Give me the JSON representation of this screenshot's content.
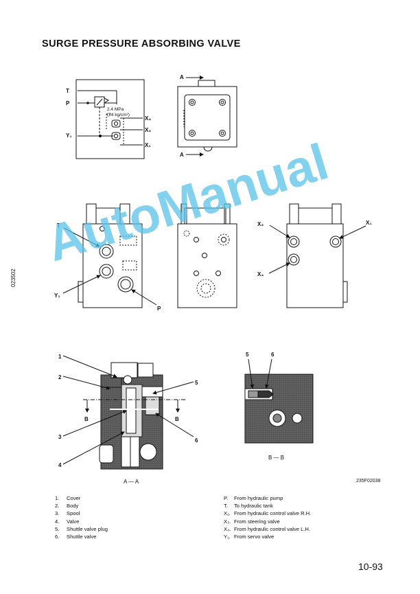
{
  "page": {
    "title": "SURGE PRESSURE ABSORBING VALVE",
    "page_number": "10-93",
    "side_id": "023502",
    "figure_id": "235F02038",
    "watermark": "AutoManual"
  },
  "schematic": {
    "T": "T",
    "P": "P",
    "Y1": "Y₁",
    "X4": "X₄",
    "X3": "X₃",
    "X1": "X₁",
    "pressure_mpa": "2.4 MPa",
    "pressure_kg": "(24 kg/cm²)"
  },
  "views": {
    "section_mark": "A",
    "front_T": "T",
    "front_Y1": "Y₁",
    "front_P": "P",
    "right_X3": "X₃",
    "right_X1": "X₁",
    "right_X4": "X₄",
    "cut_b": "B",
    "callouts": [
      "1",
      "2",
      "3",
      "4",
      "5",
      "6"
    ],
    "section_aa_caption": "A — A",
    "section_bb_caption": "B — B",
    "bb_5": "5",
    "bb_6": "6"
  },
  "legend_parts": [
    {
      "num": "1.",
      "text": "Cover"
    },
    {
      "num": "2.",
      "text": "Body"
    },
    {
      "num": "3.",
      "text": "Spool"
    },
    {
      "num": "4.",
      "text": "Valve"
    },
    {
      "num": "5.",
      "text": "Shuttle valve plug"
    },
    {
      "num": "6.",
      "text": "Shuttle valve"
    }
  ],
  "legend_ports": [
    {
      "key": "P.",
      "text": "From hydraulic pump"
    },
    {
      "key": "T.",
      "text": "To hydraulic tank"
    },
    {
      "key": "X₁.",
      "text": "From hydraulic control valve R.H."
    },
    {
      "key": "X₃.",
      "text": "From steering valve"
    },
    {
      "key": "X₄.",
      "text": "From hydraulic control valve L.H."
    },
    {
      "key": "Y₁.",
      "text": "From servo valve"
    }
  ]
}
